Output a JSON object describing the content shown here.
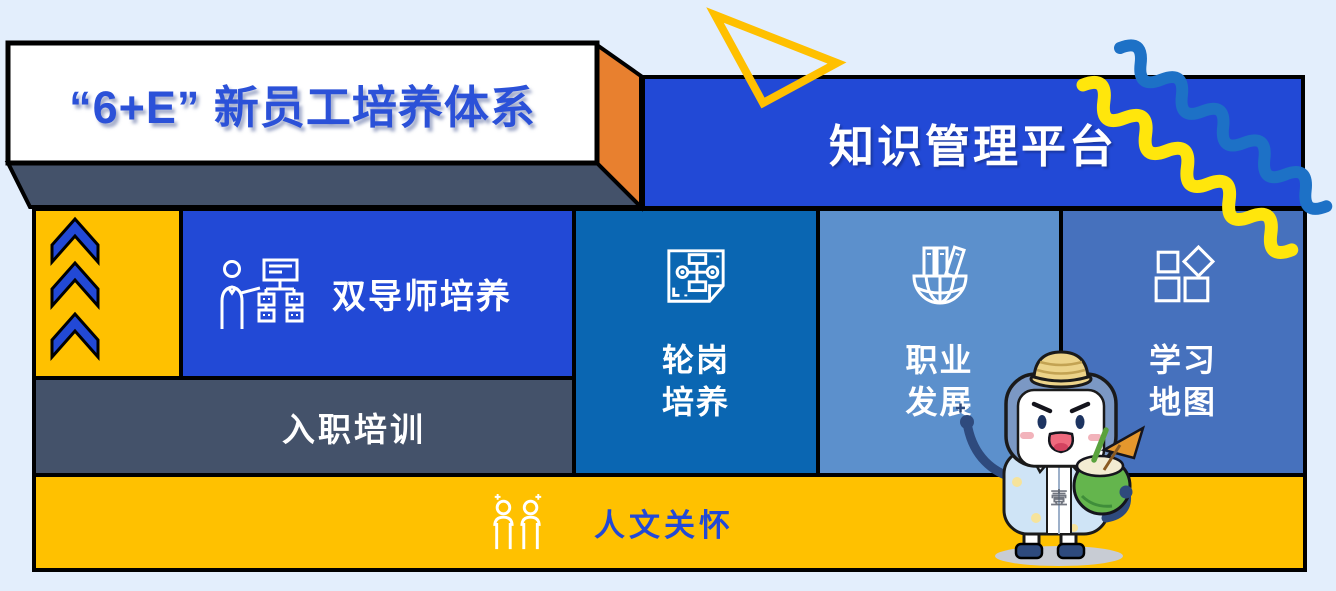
{
  "colors": {
    "background": "#e3eefc",
    "royal": "#2249d6",
    "title_text": "#2b51d8",
    "azure": "#0a66b2",
    "light_blue": "#5c90cc",
    "medium_blue": "#4671bd",
    "slate": "#44526a",
    "yellow": "#ffc100",
    "orange": "#e8802f",
    "wave_blue": "#1d71c6",
    "wave_yellow": "#ffe60c",
    "triangle_yellow": "#ffc000"
  },
  "header": {
    "title": "“6+E” 新员工培养体系",
    "platform_banner": "知识管理平台"
  },
  "grid": {
    "mentor": {
      "label": "双导师培养",
      "icon": "org-chart-presenter-icon"
    },
    "onboarding": {
      "label": "入职培训"
    },
    "rotation": {
      "line1": "轮岗",
      "line2": "培养",
      "icon": "flowchart-document-icon"
    },
    "career": {
      "line1": "职业",
      "line2": "发展",
      "icon": "books-on-globe-icon"
    },
    "learning_map": {
      "line1": "学习",
      "line2": "地图",
      "icon": "grid-squares-diamond-icon"
    },
    "care": {
      "label": "人文关怀",
      "icon": "two-people-icon"
    }
  },
  "decorations": {
    "chevrons": "triple-up-chevron",
    "triangle": "outlined-yellow-triangle",
    "waves": [
      "blue-squiggle",
      "yellow-squiggle"
    ]
  },
  "mascot": {
    "name": "coconut-drink-mascot",
    "badge": "壹"
  }
}
